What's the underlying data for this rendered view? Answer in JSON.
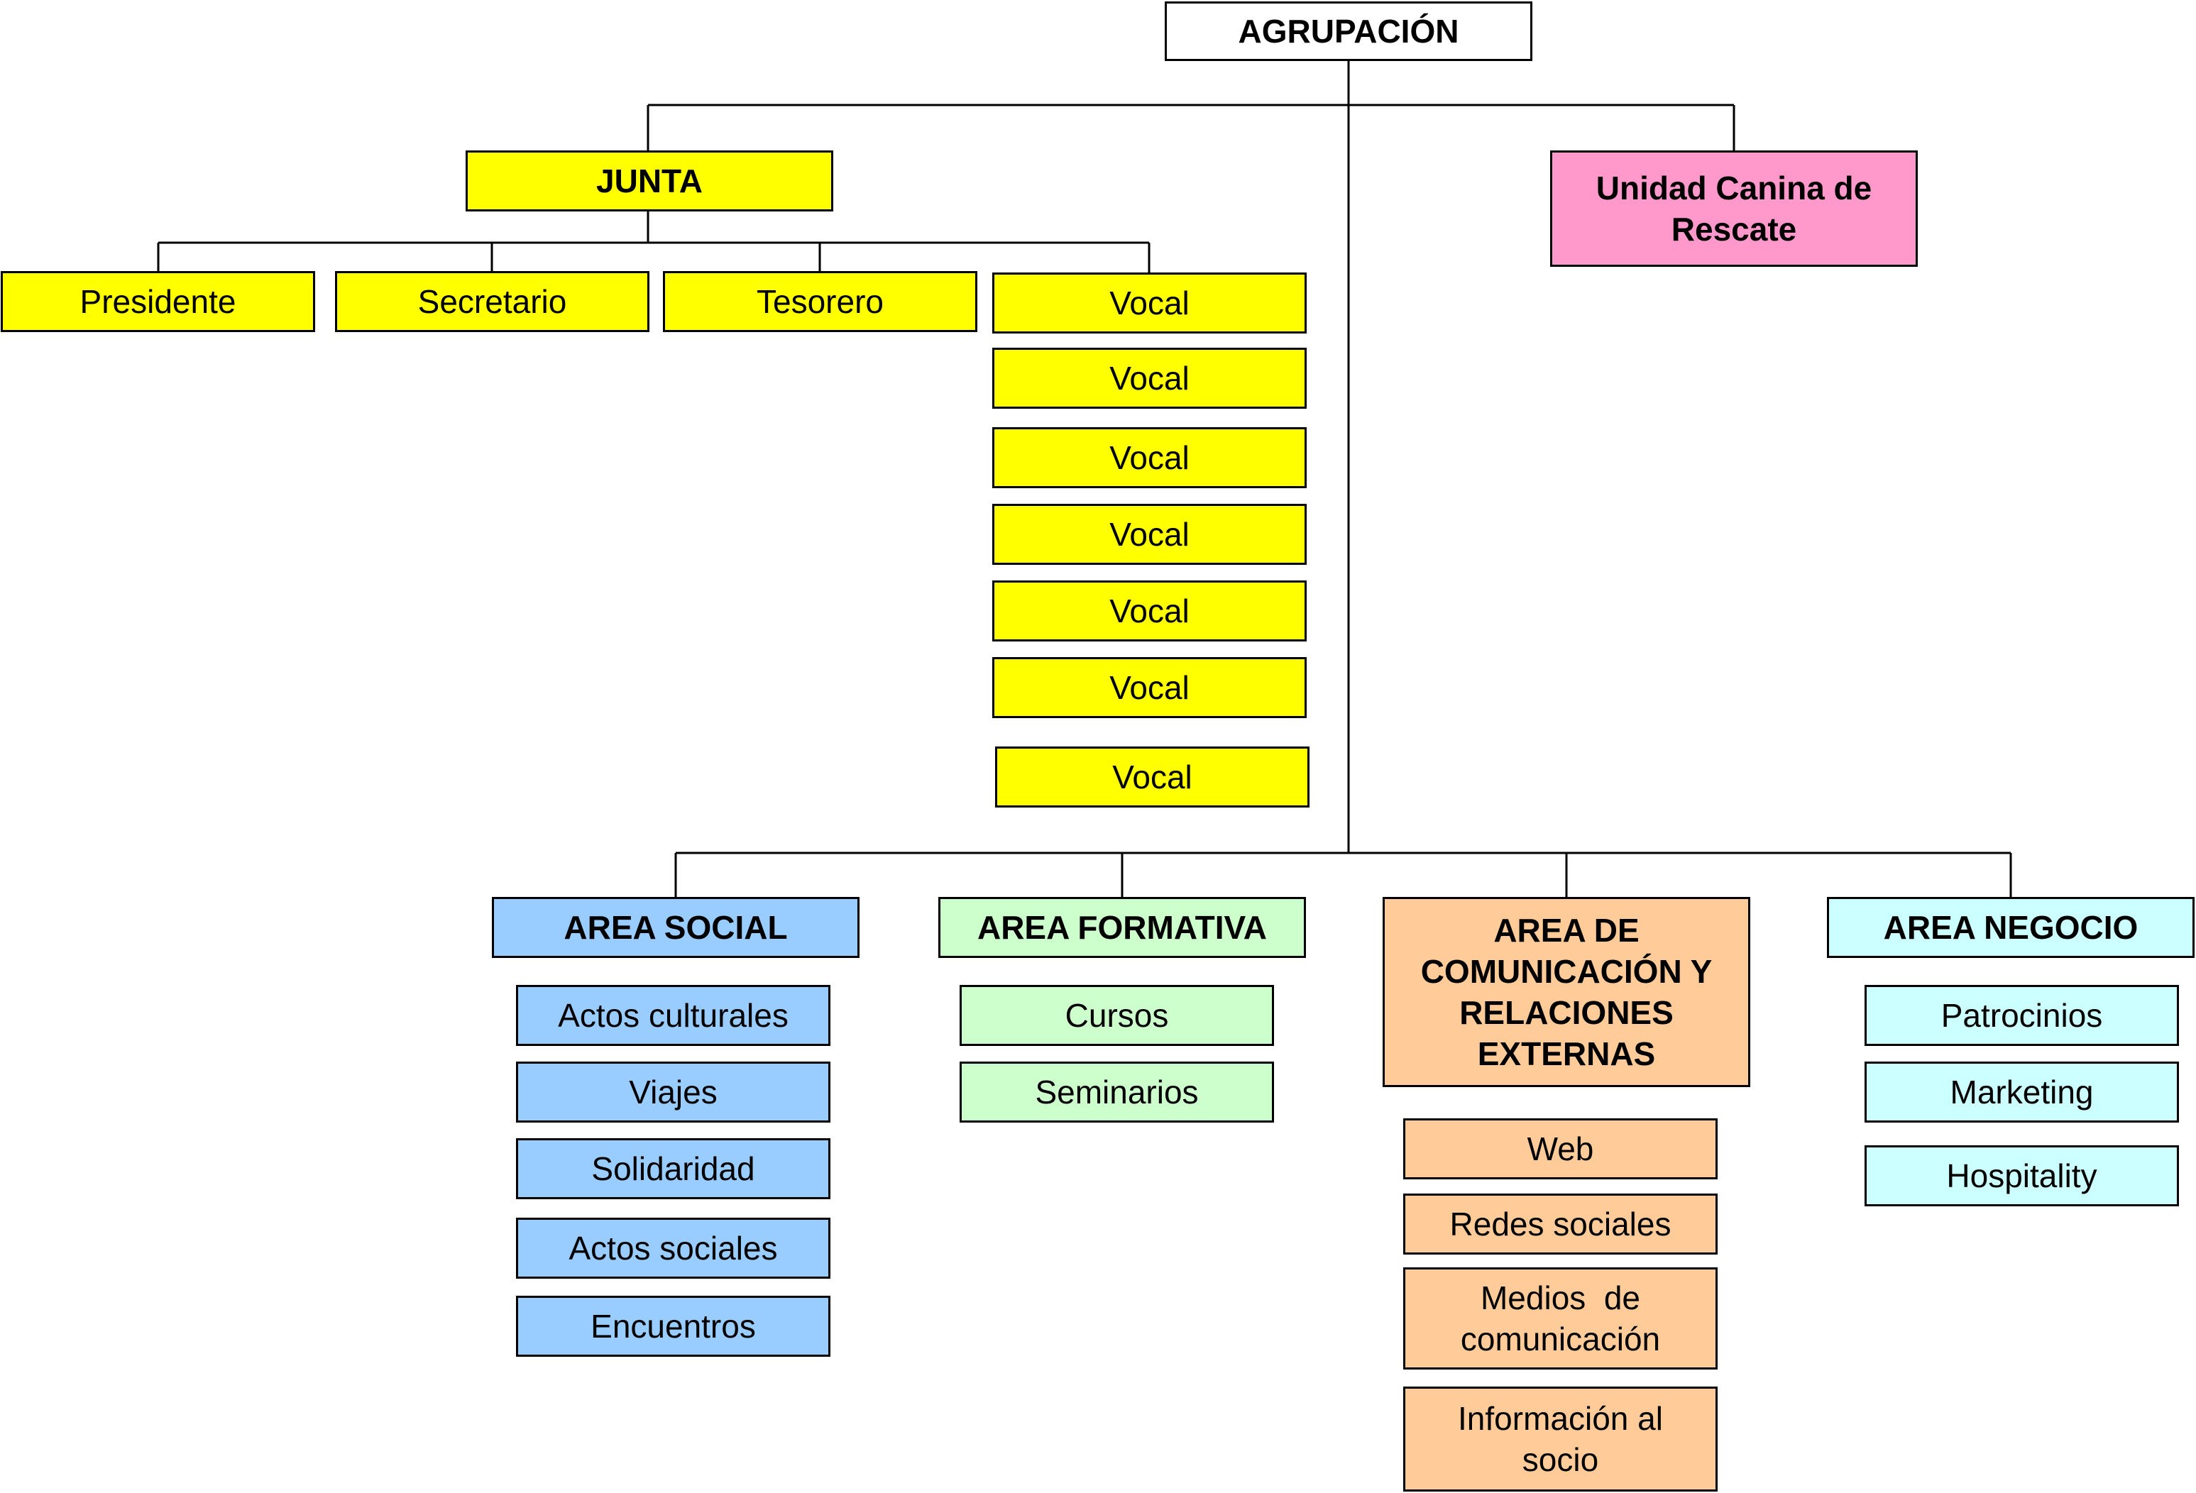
{
  "root": {
    "label": "AGRUPACIÓN"
  },
  "junta": {
    "label": "JUNTA",
    "members": [
      "Presidente",
      "Secretario",
      "Tesorero"
    ],
    "vocales": [
      "Vocal",
      "Vocal",
      "Vocal",
      "Vocal",
      "Vocal",
      "Vocal",
      "Vocal"
    ]
  },
  "unidad": {
    "label": "Unidad Canina de Rescate"
  },
  "areas": [
    {
      "label": "AREA SOCIAL",
      "items": [
        "Actos culturales",
        "Viajes",
        "Solidaridad",
        "Actos sociales",
        "Encuentros"
      ]
    },
    {
      "label": "AREA FORMATIVA",
      "items": [
        "Cursos",
        "Seminarios"
      ]
    },
    {
      "label": "AREA DE COMUNICACIÓN Y RELACIONES EXTERNAS",
      "items": [
        "Web",
        "Redes sociales",
        "Medios  de comunicación",
        "Información al socio"
      ]
    },
    {
      "label": "AREA NEGOCIO",
      "items": [
        "Patrocinios",
        "Marketing",
        "Hospitality"
      ]
    }
  ],
  "colors": {
    "junta": "#ffff00",
    "unidad": "#ff99cc",
    "area_social": "#99ccff",
    "area_formativa": "#ccffcc",
    "area_comunicacion": "#ffcc99",
    "area_negocio": "#ccffff"
  }
}
